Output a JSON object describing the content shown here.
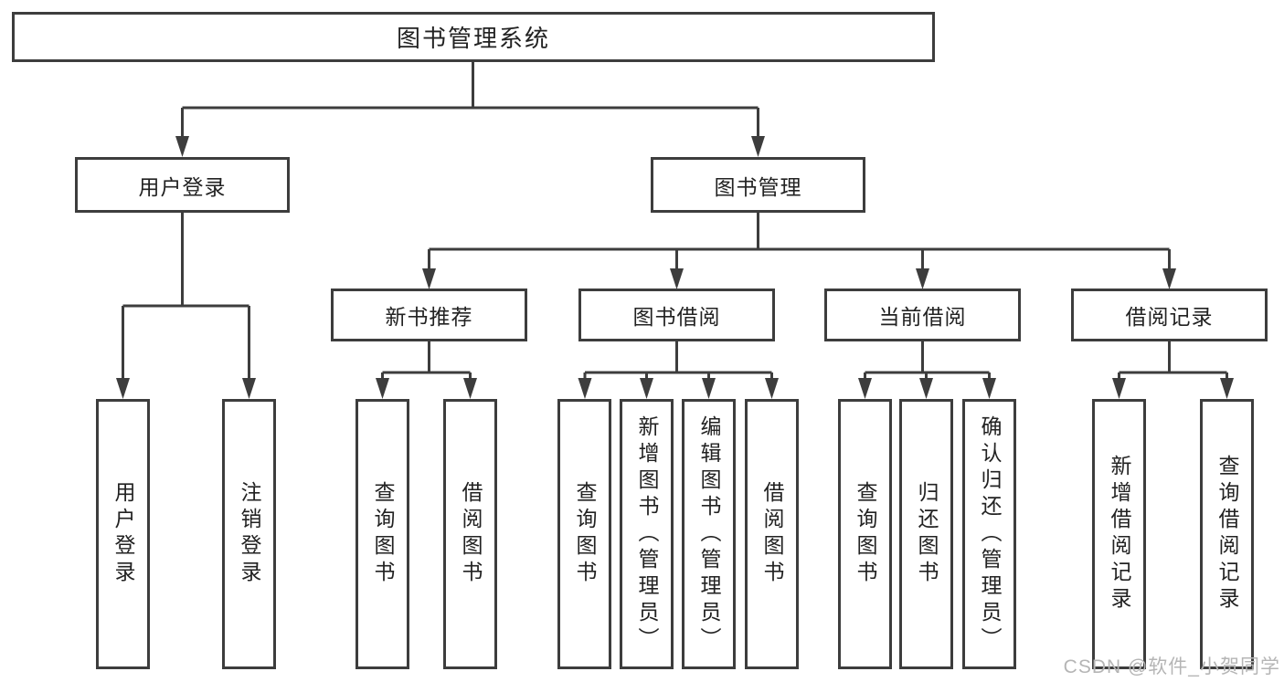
{
  "colors": {
    "line": "#3d3d3d",
    "text": "#222222",
    "watermark": "#b5b5b5",
    "background": "#ffffff"
  },
  "nodes": {
    "root": "图书管理系统",
    "user_login": "用户登录",
    "book_management": "图书管理",
    "new_book_recommend": "新书推荐",
    "book_borrowing": "图书借阅",
    "current_borrowing": "当前借阅",
    "borrowing_records": "借阅记录",
    "ul_user_login": "用户登录",
    "ul_logout": "注销登录",
    "nb_query_books": "查询图书",
    "nb_borrow_books": "借阅图书",
    "bb_query_books": "查询图书",
    "bb_add_books": "新增图书（管理员）",
    "bb_edit_books": "编辑图书（管理员）",
    "bb_borrow_books": "借阅图书",
    "cb_query_books": "查询图书",
    "cb_return_books": "归还图书",
    "cb_confirm_return": "确认归还（管理员）",
    "br_add_record": "新增借阅记录",
    "br_query_record": "查询借阅记录"
  },
  "watermark": "CSDN @软件_小贺同学"
}
